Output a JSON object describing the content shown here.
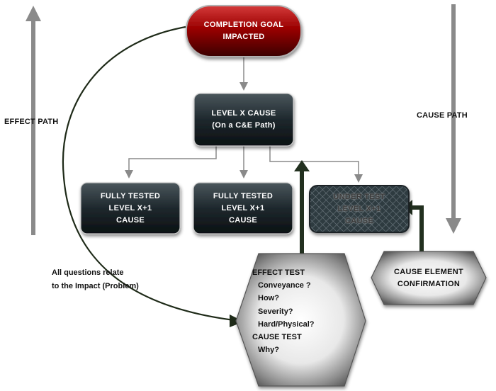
{
  "labels": {
    "effect_path": "EFFECT PATH",
    "cause_path": "CAUSE PATH",
    "all_questions_line1": "All questions relate",
    "all_questions_line2": "to the Impact (Problem)"
  },
  "nodes": {
    "goal": {
      "line1": "COMPLETION GOAL",
      "line2": "IMPACTED"
    },
    "level_x": {
      "line1": "LEVEL X CAUSE",
      "line2": "(On a C&E Path)"
    },
    "tested_1": {
      "line1": "FULLY TESTED",
      "line2": "LEVEL X+1",
      "line3": "CAUSE"
    },
    "tested_2": {
      "line1": "FULLY TESTED",
      "line2": "LEVEL X+1",
      "line3": "CAUSE"
    },
    "under_test": {
      "line1": "UNDER TEST",
      "line2": "LEVEL X+1",
      "line3": "CAUSE"
    },
    "cause_confirm": {
      "line1": "CAUSE ELEMENT",
      "line2": "CONFIRMATION"
    },
    "effect_test": {
      "heading": "EFFECT TEST",
      "items": [
        "Conveyance   ?",
        "How?",
        "Severity?",
        "Hard/Physical?"
      ],
      "cause_heading": "CAUSE TEST",
      "cause_items": [
        "Why?"
      ]
    }
  },
  "colors": {
    "goal_fill": "#8a0000",
    "box_fill": "#1f2a30",
    "arrow_gray": "#8a8a8a",
    "arrow_dark": "#22301f"
  }
}
